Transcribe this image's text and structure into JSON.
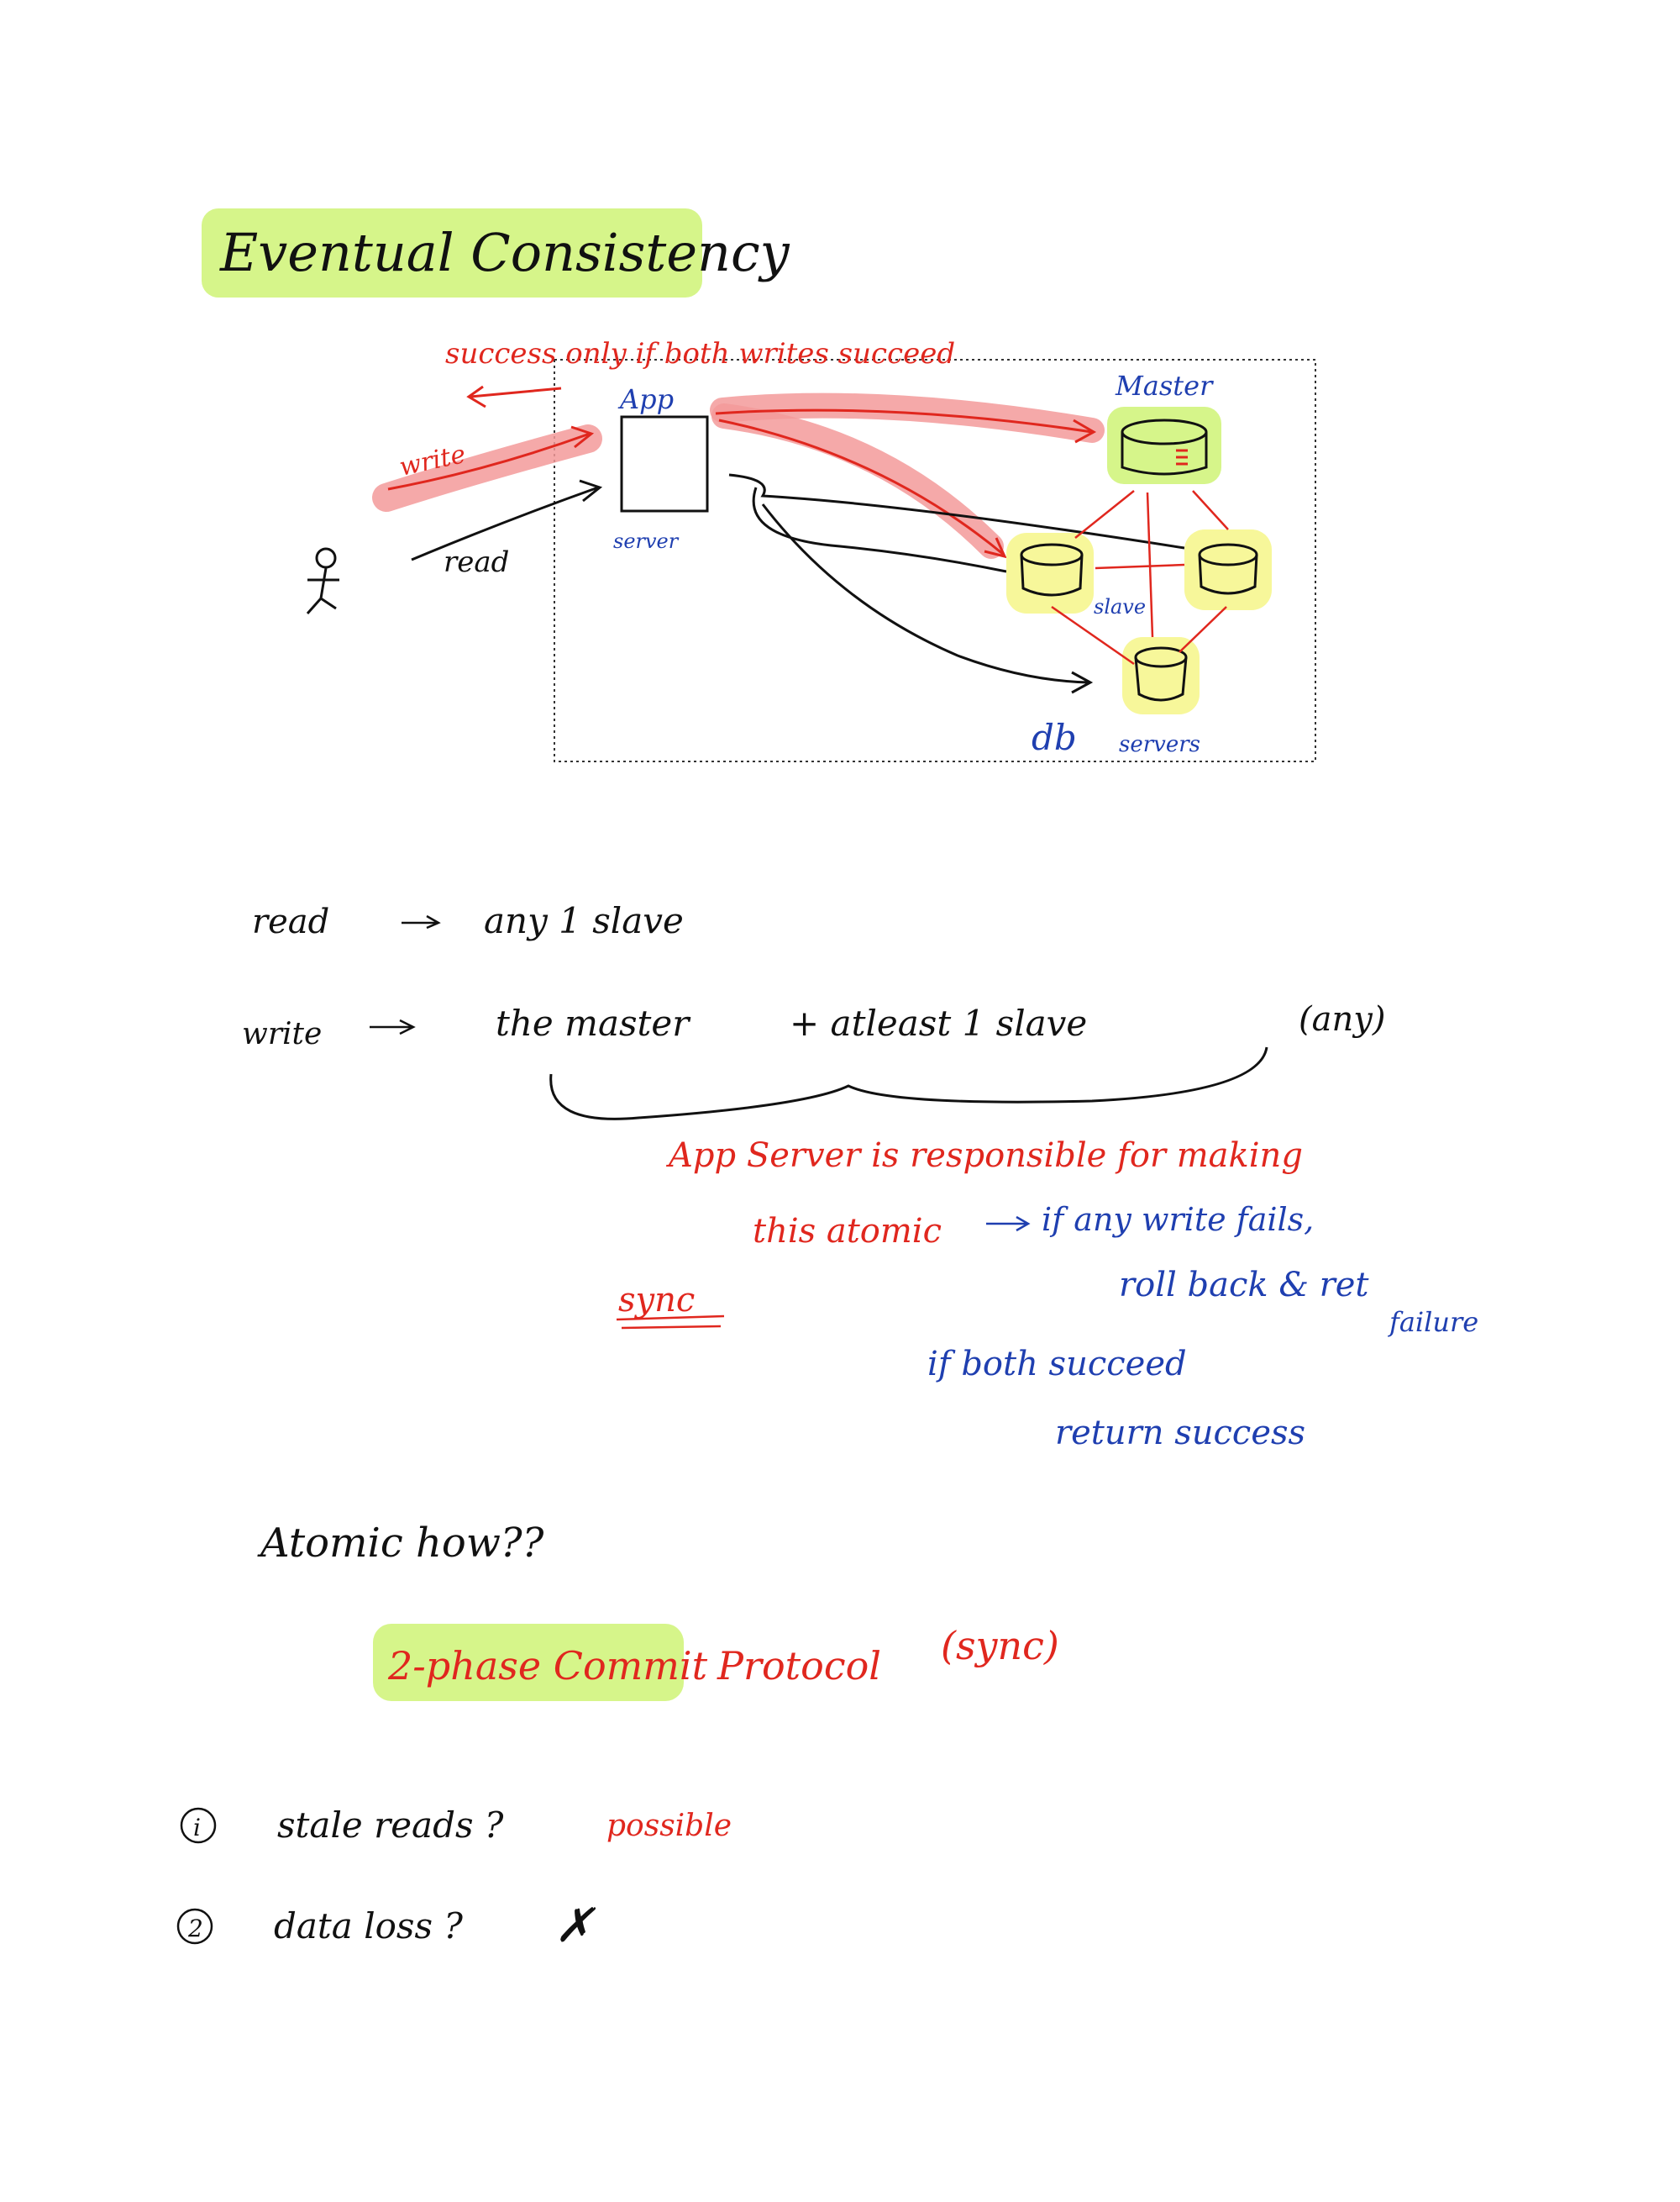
{
  "title": "Eventual Consistency",
  "diagram": {
    "success_note": "success only if both writes succeed",
    "app_label": "App",
    "server_label": "server",
    "write_label": "write",
    "read_label": "read",
    "master_label": "Master",
    "slave_label": "slave",
    "db_label": "db",
    "servers_label": "servers"
  },
  "rules": {
    "read_label": "read",
    "read_target": "any  1  slave",
    "write_label": "write",
    "write_master": "the  master",
    "write_plus": "+  atleast  1  slave",
    "write_any": "(any)"
  },
  "notes": {
    "responsible_line1": "App  Server  is  responsible  for  making",
    "responsible_line2": "this  atomic",
    "sync": "sync",
    "if_any_fails": "if  any  write  fails,",
    "roll_back": "roll  back  &  ret",
    "failure": "failure",
    "if_both": "if  both  succeed",
    "return_success": "return  success"
  },
  "atomic": {
    "question": "Atomic  how??",
    "protocol_highlight": "2-phase  Commit",
    "protocol_rest": "Protocol",
    "sync_paren": "(sync)"
  },
  "list": [
    {
      "marker": "i",
      "text": "stale  reads ?",
      "answer": "possible"
    },
    {
      "marker": "2",
      "text": "data  loss ?",
      "answer": "✗"
    }
  ],
  "colors": {
    "ink_red": "#e0271e",
    "ink_blue": "#1f3fb0",
    "ink_black": "#111111",
    "highlight_green": "#d6f58a",
    "highlight_yellow": "#f7f79a",
    "highlight_red": "#f39a9a"
  }
}
